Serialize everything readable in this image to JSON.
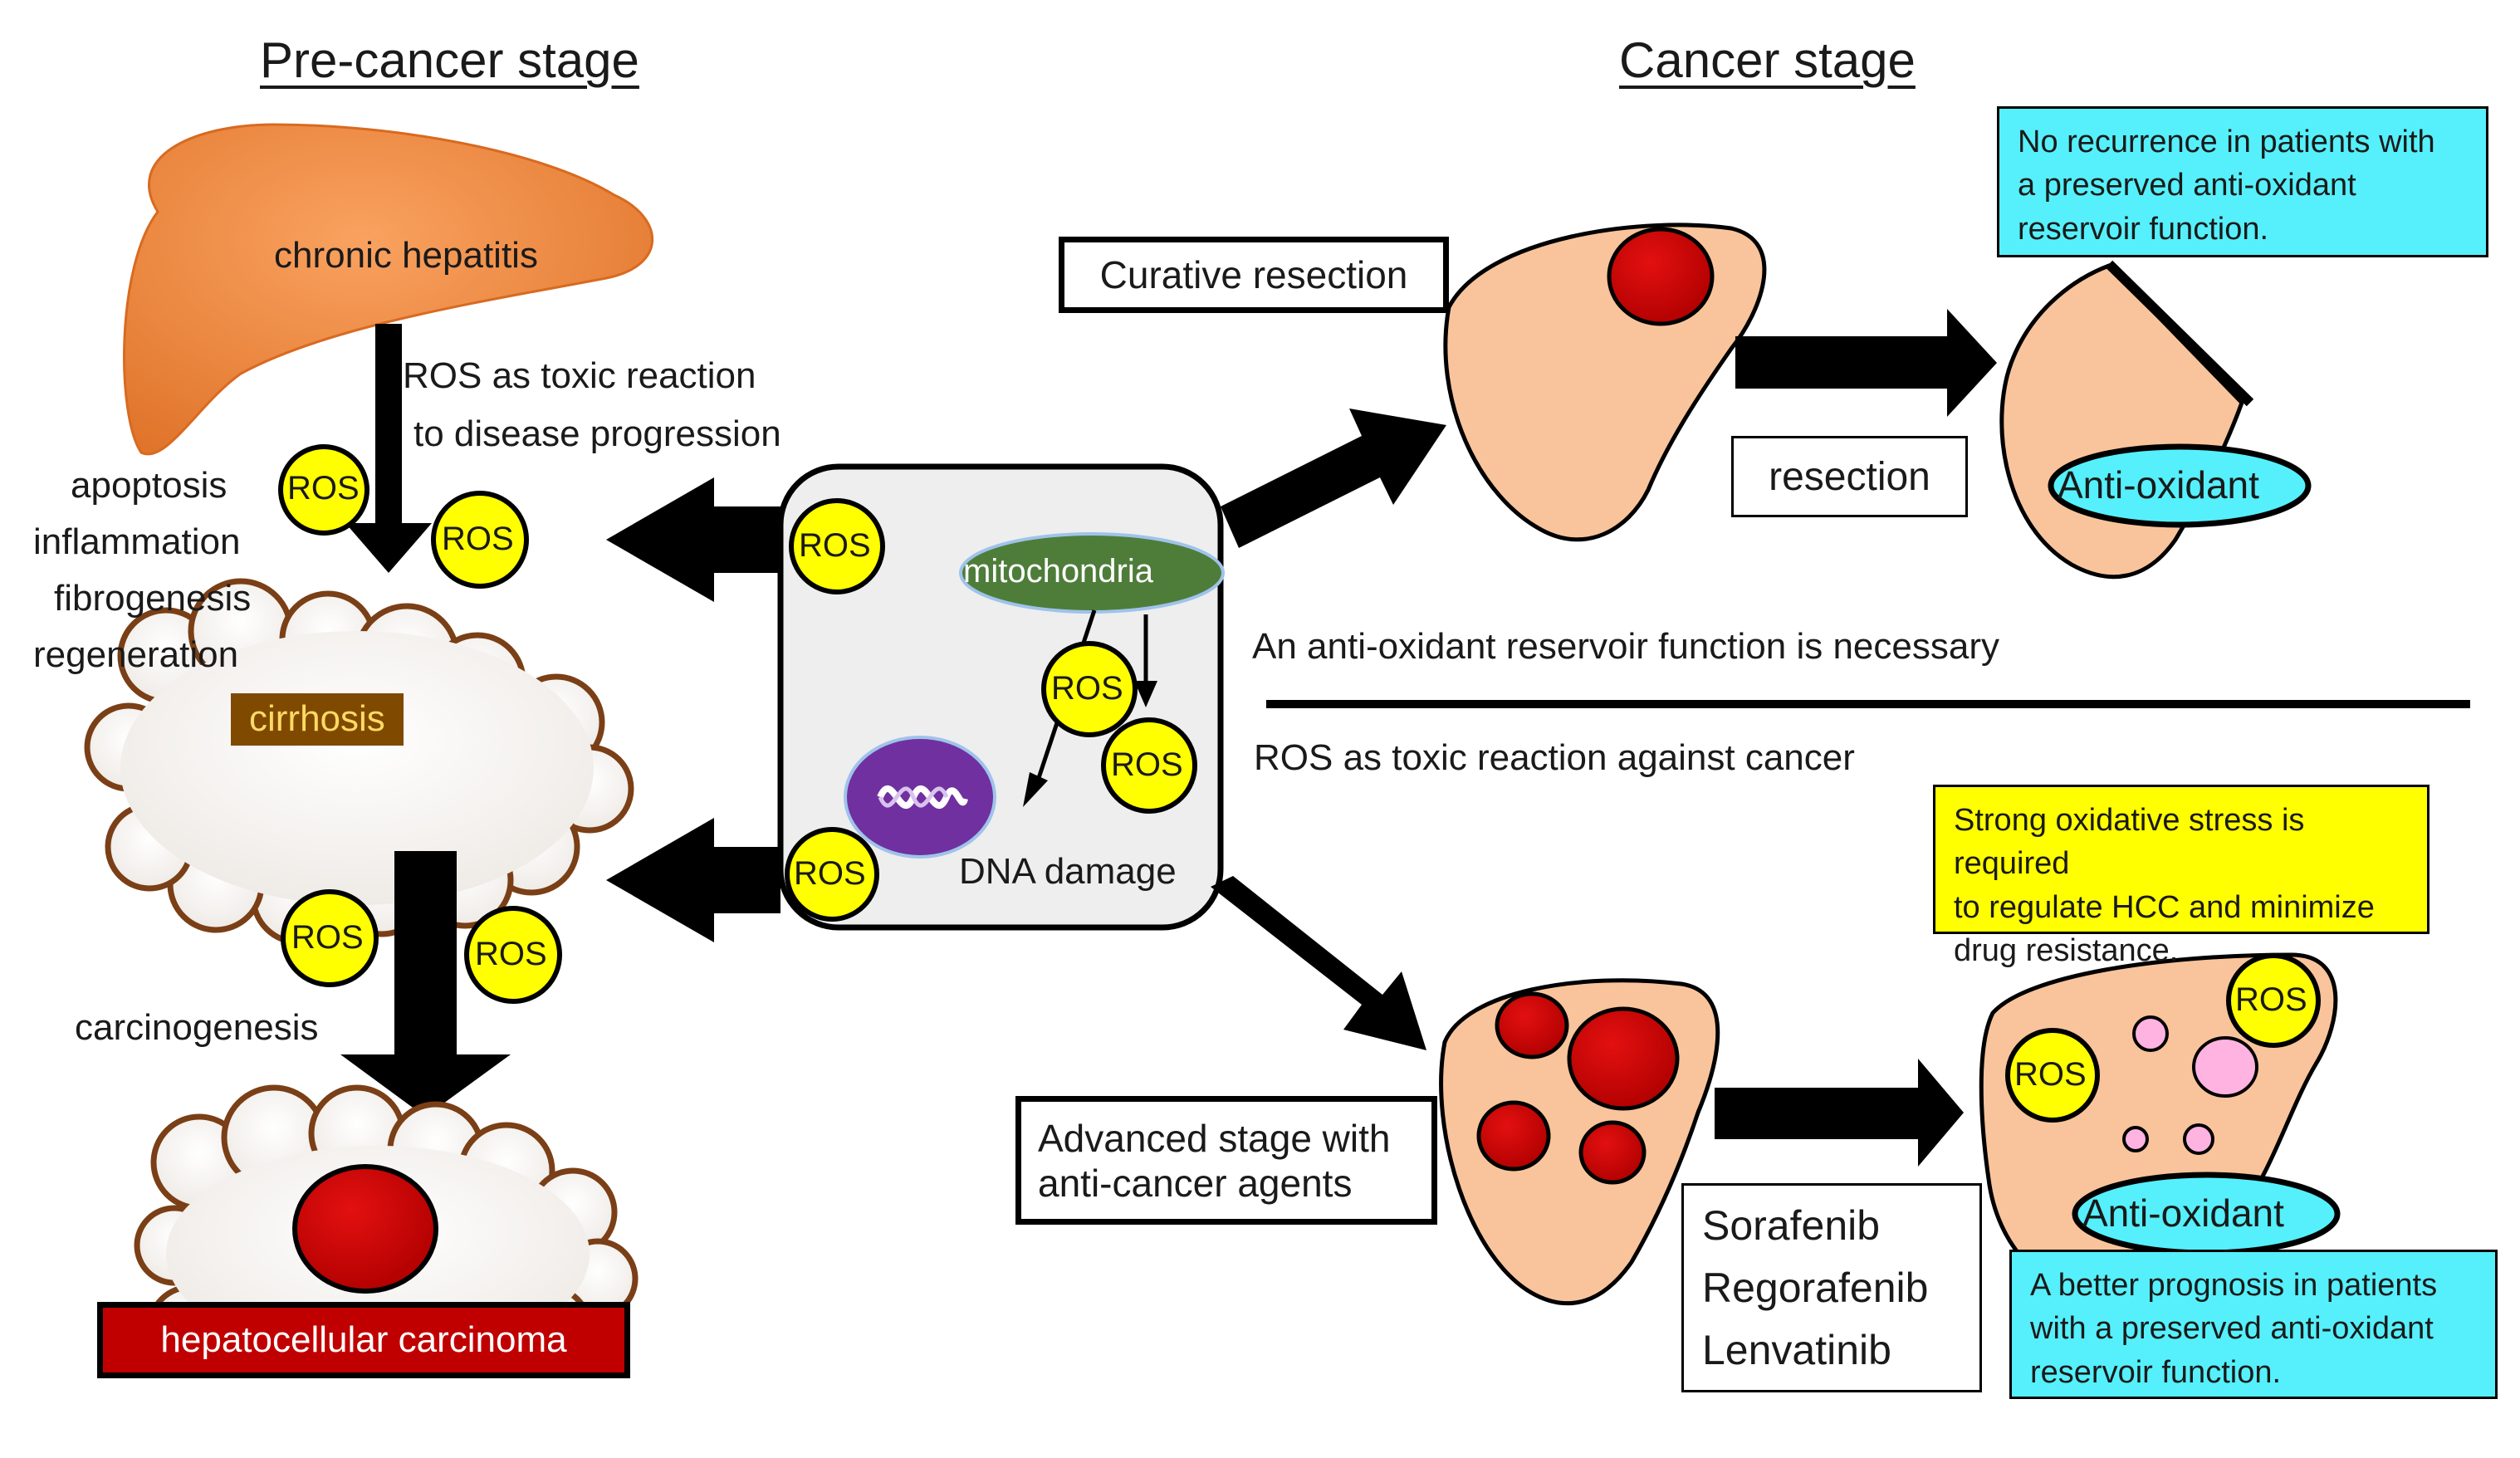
{
  "headings": {
    "pre_cancer": "Pre-cancer stage",
    "cancer": "Cancer stage"
  },
  "pre_cancer": {
    "chronic_hepatitis": "chronic hepatitis",
    "ros_toxic_line1": "ROS as toxic reaction",
    "ros_toxic_line2": "to disease progression",
    "processes": [
      "apoptosis",
      "inflammation",
      "fibrogenesis",
      "regeneration"
    ],
    "cirrhosis": "cirrhosis",
    "carcinogenesis": "carcinogenesis",
    "hcc": "hepatocellular carcinoma"
  },
  "cell": {
    "mitochondria": "mitochondria",
    "dna_damage": "DNA damage"
  },
  "ros_label": "ROS",
  "middle": {
    "reservoir_needed": "An anti-oxidant reservoir function is necessary",
    "ros_against_cancer": "ROS as toxic reaction against cancer"
  },
  "curative": {
    "label": "Curative resection",
    "resection": "resection",
    "anti_oxidant": "Anti-oxidant",
    "note": [
      "No recurrence in patients with",
      "a preserved anti-oxidant",
      "reservoir function."
    ]
  },
  "advanced": {
    "label": [
      "Advanced stage with",
      "anti-cancer agents"
    ],
    "drugs": [
      "Sorafenib",
      "Regorafenib",
      "Lenvatinib"
    ],
    "anti_oxidant": "Anti-oxidant",
    "stress_note": [
      "Strong oxidative stress is required",
      "to regulate HCC and minimize",
      "drug resistance."
    ],
    "prognosis_note": [
      "A better prognosis in patients",
      "with a preserved anti-oxidant",
      "reservoir function."
    ]
  },
  "colors": {
    "liver_orange": "#f38d44",
    "liver_peach": "#f9c49b",
    "tumor_red": "#d00000",
    "ros_yellow": "#ffff00",
    "cyan": "#55f0fb",
    "mitochondria_green": "#4e7d3a",
    "nucleus_purple": "#7030a0",
    "cirrhosis_brown": "#7f4a00",
    "hcc_red": "#c00000"
  }
}
